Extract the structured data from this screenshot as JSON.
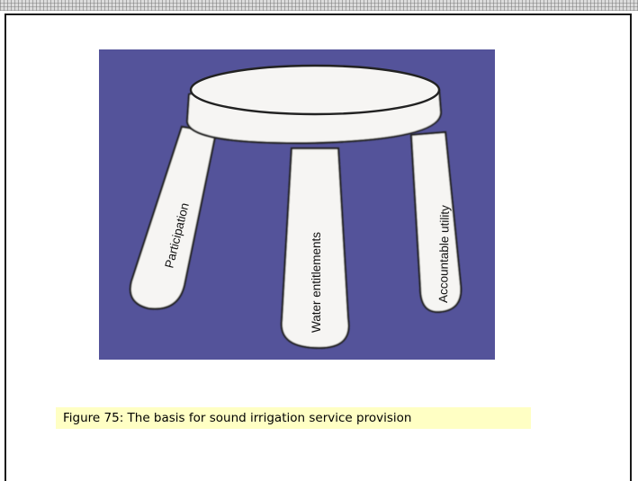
{
  "figure": {
    "legs": {
      "left": "Participation",
      "middle": "Water entitlements",
      "right": "Accountable utility"
    }
  },
  "caption": "Figure 75: The basis for sound irrigation service provision",
  "colors": {
    "figure_background": "#54539a",
    "stool": "#f6f5f3",
    "caption_highlight": "#ffffc4"
  }
}
